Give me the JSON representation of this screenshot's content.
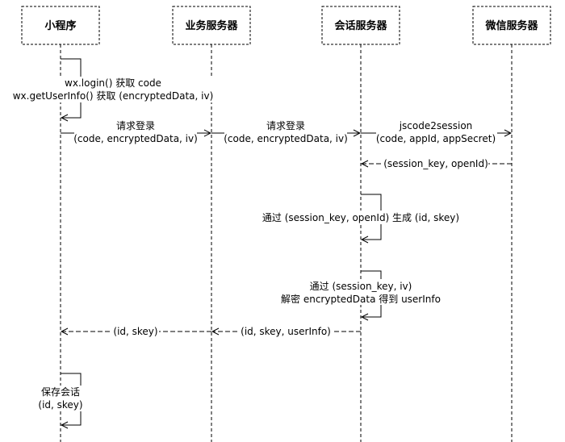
{
  "participants": {
    "miniprogram": "小程序",
    "business_server": "业务服务器",
    "session_server": "会话服务器",
    "wechat_server": "微信服务器"
  },
  "messages": {
    "wx_login_line1": "wx.login() 获取 code",
    "wx_login_line2": "wx.getUserInfo() 获取 (encryptedData, iv)",
    "request_login_1_line1": "请求登录",
    "request_login_1_line2": "(code, encryptedData, iv)",
    "request_login_2_line1": "请求登录",
    "request_login_2_line2": "(code, encryptedData, iv)",
    "jscode2session_line1": "jscode2session",
    "jscode2session_line2": "(code, appId, appSecret)",
    "session_key_return": "(session_key, openId)",
    "generate_id_skey": "通过 (session_key, openId) 生成 (id, skey)",
    "decrypt_line1": "通过 (session_key, iv)",
    "decrypt_line2": "解密 encryptedData 得到 userInfo",
    "return_to_miniprogram": "(id, skey)",
    "return_to_business": "(id, skey, userInfo)",
    "save_session_line1": "保存会话",
    "save_session_line2": "(id, skey)"
  }
}
